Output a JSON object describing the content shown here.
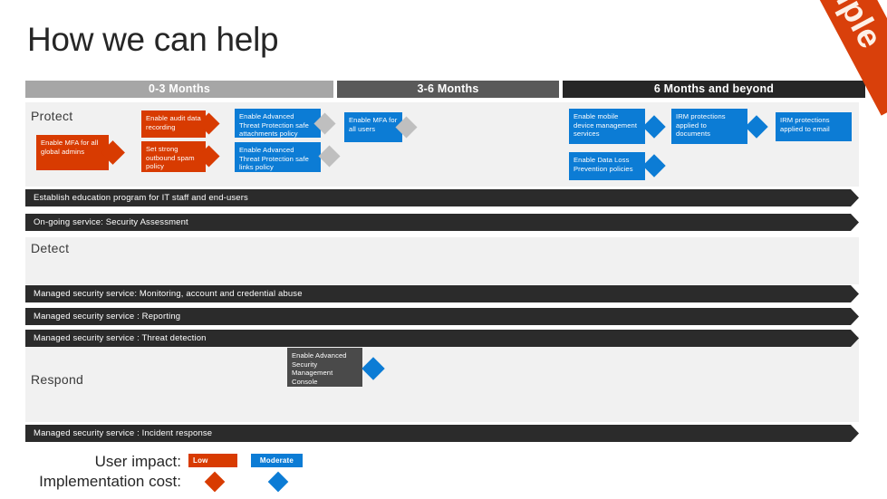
{
  "slide": {
    "title": "How we can help",
    "ribbon_label": "Example",
    "ribbon_color": "#d9400b",
    "colors": {
      "low_impact": "#d83b01",
      "moderate_impact": "#0c7cd5",
      "neutral_diamond": "#bfbfbf",
      "banner": "#2b2b2b",
      "panel": "#f1f1f1"
    }
  },
  "phases": [
    {
      "label": "0-3 Months",
      "color": "#a6a6a6"
    },
    {
      "label": "3-6 Months",
      "color": "#595959"
    },
    {
      "label": "6 Months and beyond",
      "color": "#262626"
    }
  ],
  "sections": {
    "protect": {
      "label": "Protect"
    },
    "detect": {
      "label": "Detect"
    },
    "respond": {
      "label": "Respond"
    }
  },
  "tasks": {
    "protect": [
      {
        "text": "Enable MFA for all global admins",
        "box_color": "red",
        "diamond_color": "red"
      },
      {
        "text": "Enable audit data recording",
        "box_color": "red",
        "diamond_color": "red"
      },
      {
        "text": "Set strong outbound spam policy",
        "box_color": "red",
        "diamond_color": "red"
      },
      {
        "text": "Enable Advanced Threat Protection safe attachments policy",
        "box_color": "blue",
        "diamond_color": "gray"
      },
      {
        "text": "Enable Advanced Threat Protection safe links policy",
        "box_color": "blue",
        "diamond_color": "gray"
      },
      {
        "text": "Enable MFA for all users",
        "box_color": "blue",
        "diamond_color": "gray"
      },
      {
        "text": "Enable mobile device management services",
        "box_color": "blue",
        "diamond_color": "blue"
      },
      {
        "text": "Enable Data Loss Prevention policies",
        "box_color": "blue",
        "diamond_color": "blue"
      },
      {
        "text": "IRM protections applied to documents",
        "box_color": "blue",
        "diamond_color": "blue"
      },
      {
        "text": "IRM protections applied to email",
        "box_color": "blue",
        "diamond_color": "blue"
      }
    ],
    "respond": [
      {
        "text": "Enable Advanced Security Management Console",
        "box_color": "gray",
        "diamond_color": "blue"
      }
    ]
  },
  "banners": [
    {
      "text": "Establish education program for IT staff and end-users"
    },
    {
      "text": "On-going service: Security Assessment"
    },
    {
      "text": "Managed security service: Monitoring, account and credential abuse"
    },
    {
      "text": "Managed security service : Reporting"
    },
    {
      "text": "Managed security service : Threat detection"
    },
    {
      "text": "Managed security service : Incident response"
    }
  ],
  "legend": {
    "user_impact_label": "User impact:",
    "implementation_cost_label": "Implementation cost:",
    "low_label": "Low",
    "moderate_label": "Moderate"
  }
}
